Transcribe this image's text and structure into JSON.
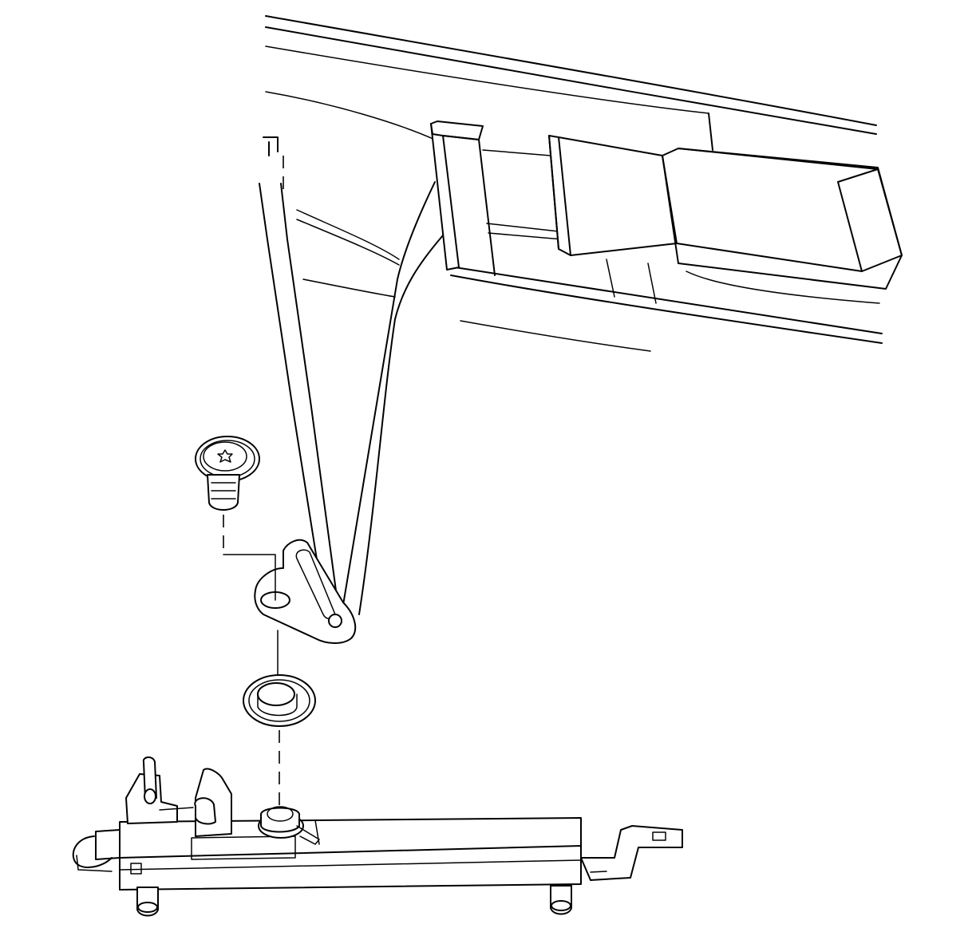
{
  "figure": {
    "type": "exploded-assembly-line-drawing",
    "stroke_color": "#000000",
    "background_color": "#ffffff",
    "components": [
      {
        "name": "vehicle-body-panel-assembly"
      },
      {
        "name": "mounting-bracket-leg"
      },
      {
        "name": "torx-head-bolt"
      },
      {
        "name": "grommet-bushing"
      },
      {
        "name": "lower-rail-assembly"
      }
    ],
    "icons": [
      "torx-star-icon"
    ]
  }
}
